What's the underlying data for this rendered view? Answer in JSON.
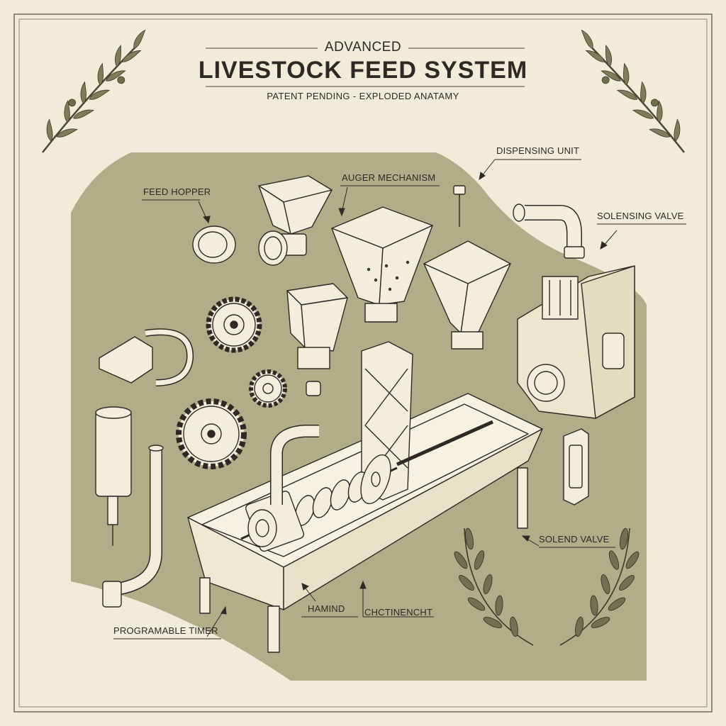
{
  "header": {
    "subtitle": "ADVANCED",
    "title": "LIVESTOCK FEED SYSTEM",
    "tagline": "PATENT PENDING - EXPLODED ANATAMY"
  },
  "labels": {
    "dispensing_unit": "DISPENSING UNIT",
    "auger_mechanism": "AUGER MECHANISM",
    "feed_hopper": "FEED HOPPER",
    "solensing_valve": "SOLENSING VALVE",
    "solend_valve": "SOLEND VALVE",
    "hamind": "HAMIND",
    "chctinencht": "CHCTINENCHT",
    "programable_timer": "PROGRAMABLE TIMER"
  },
  "colors": {
    "paper": "#f1ecd9",
    "olive_panel": "#afae88",
    "ink": "#2c2a24",
    "part_fill": "#f3eedb",
    "leaf": "#7c7e59"
  },
  "icons": [
    "olive-branch-icon",
    "laurel-wreath-icon",
    "gear-icon",
    "hopper-icon",
    "pipe-icon",
    "trough-icon",
    "auger-icon",
    "valve-icon"
  ]
}
